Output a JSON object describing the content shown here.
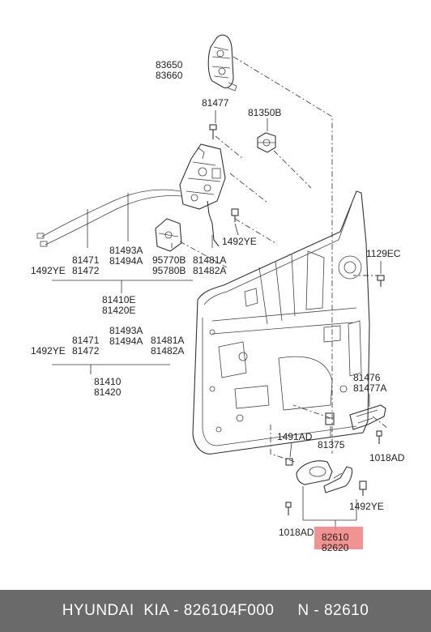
{
  "labels": {
    "p83650": "83650",
    "p83660": "83660",
    "p81477": "81477",
    "p81350b": "81350B",
    "p1492ye_a": "1492YE",
    "p1129ec": "1129EC",
    "p81493a_a": "81493A",
    "p81494a_a": "81494A",
    "p81471_a": "81471",
    "p81472_a": "81472",
    "p1492ye_b": "1492YE",
    "p95770b": "95770B",
    "p95780b": "95780B",
    "p81481a_a": "81481A",
    "p81482a_a": "81482A",
    "p81410e": "81410E",
    "p81420e": "81420E",
    "p81493a_b": "81493A",
    "p81494a_b": "81494A",
    "p81471_b": "81471",
    "p81472_b": "81472",
    "p1492ye_c": "1492YE",
    "p81481a_b": "81481A",
    "p81482a_b": "81482A",
    "p81410": "81410",
    "p81420": "81420",
    "p81476": "81476",
    "p81477a": "81477A",
    "p1491ad": "1491AD",
    "p81375": "81375",
    "p1018ad_a": "1018AD",
    "p1492ye_d": "1492YE",
    "p1018ad_b": "1018AD",
    "p82610": "82610",
    "p82620": "82620"
  },
  "highlight_color": "#f08080",
  "footer": {
    "text": "HYUNDAI  KIA - 826104F000     N - 82610"
  }
}
